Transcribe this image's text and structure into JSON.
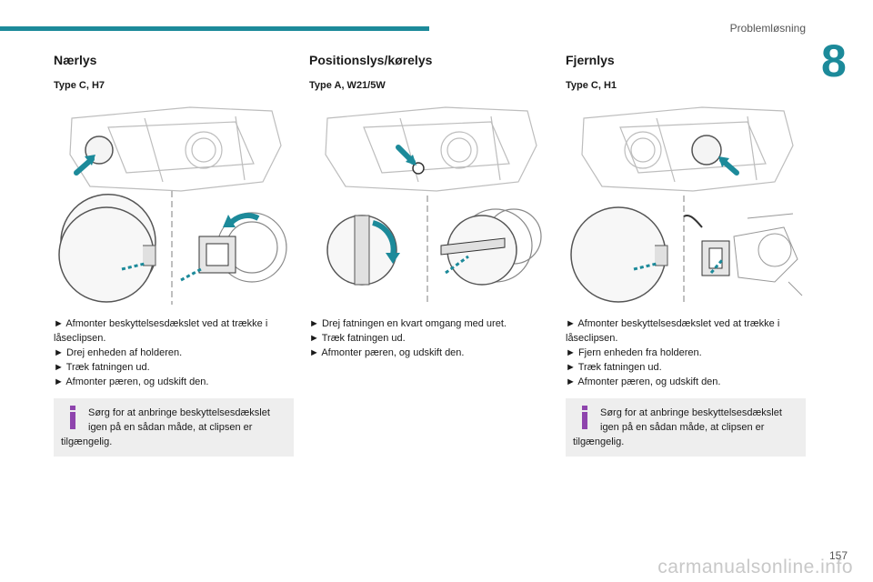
{
  "header": {
    "section_label": "Problemløsning",
    "chapter_number": "8"
  },
  "colors": {
    "accent": "#1c8a9a",
    "note_icon": "#8e44ad",
    "note_bg": "#eeeeee"
  },
  "columns": [
    {
      "heading": "Nærlys",
      "subheading": "Type C, H7",
      "steps": [
        "► Afmonter beskyttelsesdækslet ved at trække i låseclipsen.",
        "►  Drej enheden af holderen.",
        "► Træk fatningen ud.",
        "► Afmonter pæren, og udskift den."
      ],
      "note": "Sørg for at anbringe beskyttelsesdækslet igen på en sådan måde, at clipsen er tilgængelig."
    },
    {
      "heading": "Positionslys/kørelys",
      "subheading": "Type A, W21/5W",
      "steps": [
        "► Drej fatningen en kvart omgang med uret.",
        "► Træk fatningen ud.",
        "► Afmonter pæren, og udskift den."
      ]
    },
    {
      "heading": "Fjernlys",
      "subheading": "Type C, H1",
      "steps": [
        "► Afmonter beskyttelsesdækslet ved at trække i låseclipsen.",
        "► Fjern enheden fra holderen.",
        "► Træk fatningen ud.",
        "► Afmonter pæren, og udskift den."
      ],
      "note": "Sørg for at anbringe beskyttelsesdækslet igen på en sådan måde, at clipsen er tilgængelig."
    }
  ],
  "footer": {
    "page_number": "157",
    "watermark": "carmanualsonline.info"
  }
}
